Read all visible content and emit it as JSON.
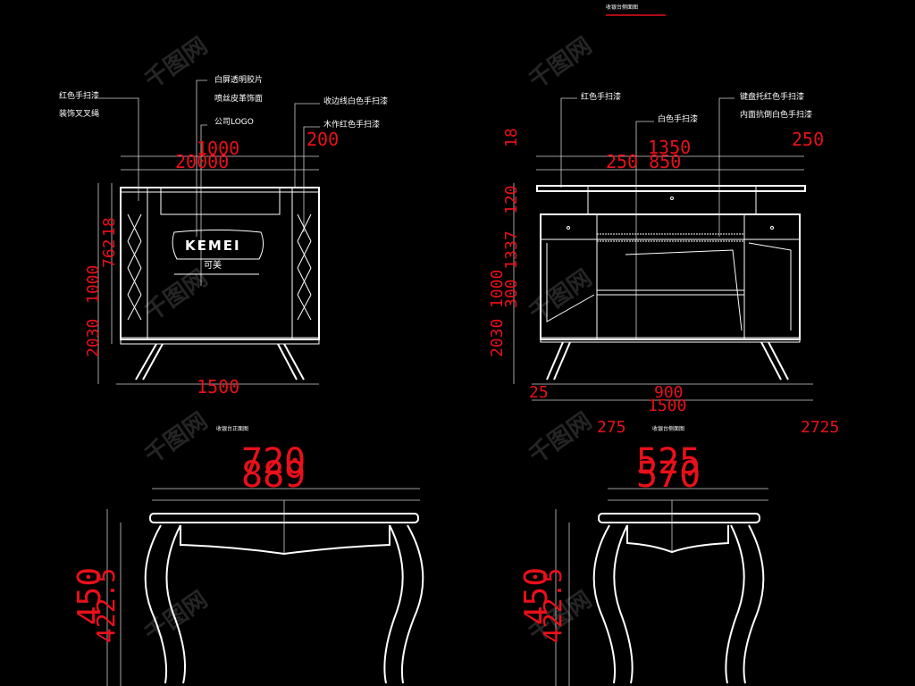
{
  "view_titles": {
    "side_section": "收银台侧面图",
    "front_table": "收银台正面图",
    "side_table": "收银台侧面图"
  },
  "front_view": {
    "notes": [
      "红色手扫漆",
      "装饰叉叉绳",
      "白屏透明胶片",
      "喷丝皮革饰面",
      "公司LOGO",
      "收边线白色手扫漆",
      "木作红色手扫漆"
    ],
    "logo_text": "KEMEI",
    "logo_sub": "可美",
    "dims": {
      "top1": "1000",
      "top2": "20000",
      "top3": "200",
      "left1": "762",
      "left2": "18",
      "left3": "1000",
      "left4": "2030",
      "bottom": "1500"
    }
  },
  "side_view": {
    "notes": [
      "红色手扫漆",
      "白色手扫漆",
      "键盘托红色手扫漆",
      "内面抗倒白色手扫漆"
    ],
    "dims": {
      "top1": "1350",
      "top2": "250",
      "top3": "250 850",
      "left0": "18",
      "left1": "120",
      "left2": "300 1337",
      "left3": "1000",
      "left4": "2030",
      "bottom1": "25",
      "bottom2": "900",
      "bottom3": "1500",
      "bottom4": "275",
      "bottom5": "2725"
    }
  },
  "table_left": {
    "dims": {
      "top1": "720",
      "top2": "889",
      "left1": "450",
      "left2": "422.5"
    }
  },
  "table_right": {
    "dims": {
      "top1": "525",
      "top2": "570",
      "left1": "450",
      "left2": "422.5"
    }
  },
  "watermark": "千图网"
}
